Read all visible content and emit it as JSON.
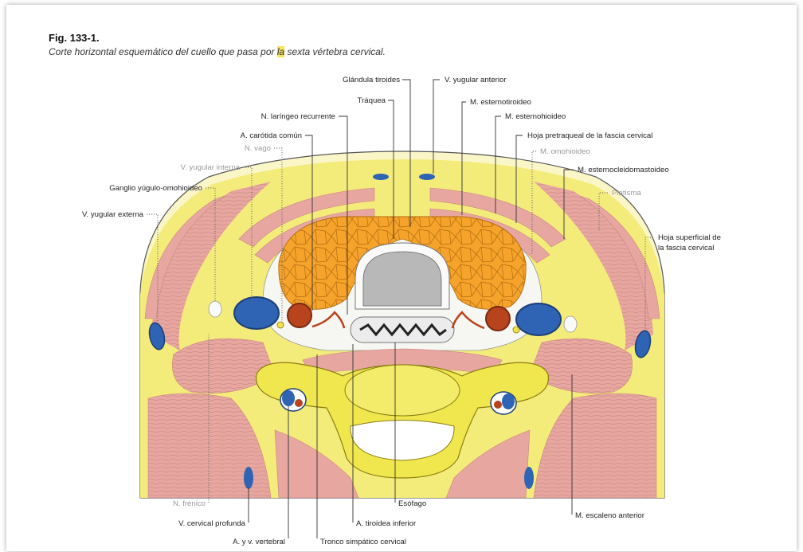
{
  "figure": {
    "number": "Fig. 133-1.",
    "caption_pre": "Corte horizontal esquemático del cuello que pasa por ",
    "caption_hl": "la",
    "caption_post": " sexta vértebra cervical."
  },
  "labels": {
    "glandula_a": "Glándula ",
    "glandula_b": "tiroides",
    "yugular_anterior": "V. yugular anterior",
    "traquea": "Tráquea",
    "esternotiroideo": "M. esternotiroideo",
    "laringeo": "N. laríngeo recurrente",
    "esternohioideo": "M. esternohioideo",
    "carotida": "A. carótida común",
    "pretraqueal_a": "Hoja pretraqueal ",
    "pretraqueal_b": "de la",
    "pretraqueal_c": " fascia cervical",
    "vago": "N. vago",
    "omohioideo": "M. omohioideo",
    "yugular_interna": "V. yugular interna",
    "esternocleido_a": "M. esternocleidom",
    "esternocleido_b": "astoideo",
    "ganglio_a": "Ganglio yúgu",
    "ganglio_b": "lo-omohioideo",
    "platisma": "Platisma",
    "yugular_externa_a": "V. yugular exter",
    "yugular_externa_b": "na",
    "superficial_1a": "Hoja superficial ",
    "superficial_1b": "de",
    "superficial_2a": "la",
    "superficial_2b": " fascia cervical",
    "frenico": "N. frénico",
    "esofago": "Esófago",
    "cervical_profunda": "V. cervical profunda",
    "tiroidea_inferior": "A. tiroidea inferior",
    "escaleno": "M. escaleno anterior",
    "vertebral": "A. y v. vertebral",
    "simpatico": "Tronco simpático cervical"
  },
  "colors": {
    "fascia": "#f4ec7a",
    "muscle": "#e7a6a0",
    "thyroid": "#f5a32a",
    "vein": "#2f63b4",
    "artery": "#b8441d",
    "bone": "#f0e64e",
    "trachea": "#b8b8b8"
  }
}
